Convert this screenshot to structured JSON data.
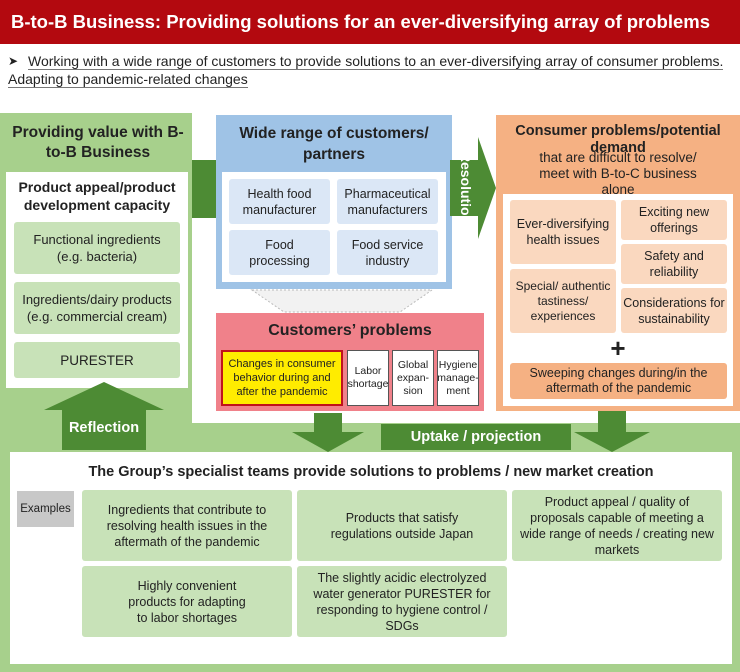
{
  "title": "B-to-B Business: Providing solutions for an ever-diversifying array of problems",
  "intro": "Working with a wide range of customers to provide solutions to an ever-diversifying array of consumer problems. Adapting to pandemic-related changes",
  "left_panel": {
    "heading": "Providing value with B-to-B Business",
    "subheading": "Product appeal/product development capacity",
    "items": [
      "Functional ingredients (e.g. bacteria)",
      "Ingredients/dairy products (e.g. commercial cream)",
      "PURESTER"
    ]
  },
  "customers": {
    "heading": "Wide range of customers/ partners",
    "items": [
      "Health food manufacturer",
      "Pharmaceutical manufacturers",
      "Food processing",
      "Food service industry"
    ]
  },
  "problems": {
    "heading": "Customers’ problems",
    "items": [
      "Changes in consumer behavior during and after the pandemic",
      "Labor shortage",
      "Global expan- sion",
      "Hygiene manage- ment"
    ]
  },
  "consumer": {
    "heading": "Consumer problems/potential demand",
    "subheading": "that are difficult to resolve/ meet with B-to-C business alone",
    "items": [
      "Ever-diversifying health issues",
      "Exciting new offerings",
      "Safety and reliability",
      "Special/ authentic tastiness/ experiences",
      "Considerations for sustainability"
    ],
    "plus": "+",
    "bottom": "Sweeping changes during/in the aftermath of the pandemic"
  },
  "arrows": {
    "resolution": "Resolution",
    "reflection": "Reflection",
    "uptake": "Uptake / projection"
  },
  "solutions": {
    "heading": "The Group’s specialist teams provide solutions to problems / new market creation",
    "examples_label": "Examples",
    "items": [
      "Ingredients that contribute to resolving health issues in the aftermath of the pandemic",
      "Products that satisfy regulations outside Japan",
      "Product appeal / quality of proposals capable of meeting a wide range of needs / creating new markets",
      "Highly convenient products for adapting to labor shortages",
      "The slightly acidic electrolyzed water generator PURESTER for responding to hygiene control / SDGs"
    ]
  },
  "colors": {
    "title_red": "#b3090f",
    "green": "#a7d08c",
    "arrow_green": "#4d8b34",
    "blue": "#9fc3e6",
    "pink": "#f0818a",
    "orange": "#f5b183",
    "yellow": "#ffec00"
  }
}
